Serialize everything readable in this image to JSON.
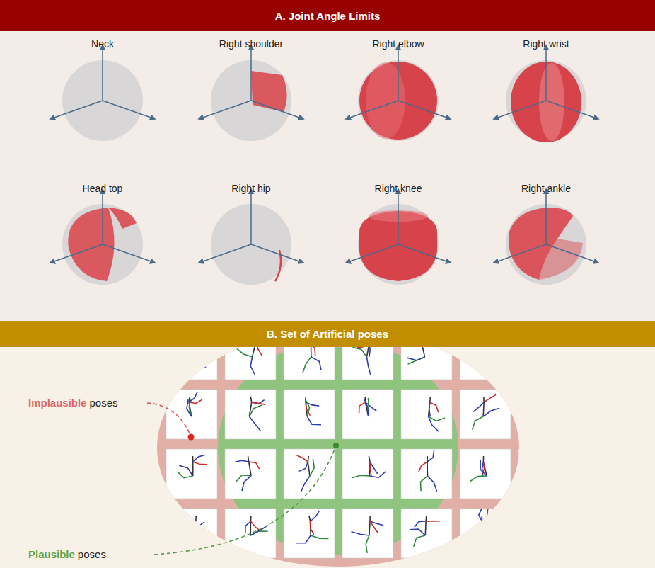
{
  "diagram": {
    "nodes": [
      {
        "text": [
          "A. Joint Angle Limits"
        ]
      },
      {
        "text": [
          "B. Set of Artificial poses"
        ]
      }
    ],
    "labels": [
      "Neck",
      "Right shoulder",
      "Right elbow",
      "Right wrist",
      "Head top",
      "Right hip",
      "Right knee",
      "Right ankle",
      "Implausible",
      "poses",
      "Plausible",
      "poses"
    ]
  }
}
